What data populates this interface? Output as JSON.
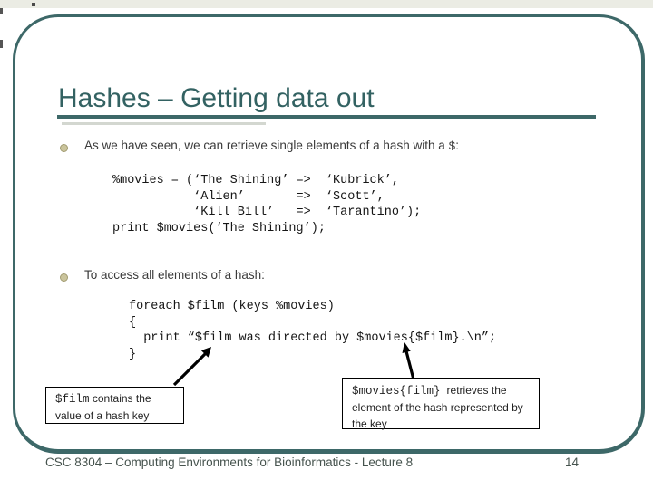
{
  "slide": {
    "title": "Hashes – Getting data out",
    "bullet1": {
      "text_before": "As we have seen, we can retrieve single elements of a hash with a ",
      "code": "$",
      "text_after": ":"
    },
    "code_block_1": "%movies = (‘The Shining’ =>  ‘Kubrick’,\n           ‘Alien’       =>  ‘Scott’,\n           ‘Kill Bill’   =>  ‘Tarantino’);\nprint $movies(‘The Shining’);",
    "bullet2": "To access all elements of a hash:",
    "code_block_2": "foreach $film (keys %movies)\n{\n  print “$film was directed by $movies{$film}.\\n”;\n}",
    "callout_left": {
      "code": "$film",
      "rest": "contains the",
      "line2": "value of a hash key"
    },
    "callout_right": {
      "code": "$movies{film}",
      "rest": "retrieves the",
      "line2": "element of the hash represented by",
      "line3": "the key"
    },
    "footer": {
      "course": "CSC 8304 – Computing Environments for Bioinformatics - Lecture 8",
      "page": "14"
    }
  },
  "colors": {
    "accent_teal": "#3d6868",
    "title_teal": "#336262",
    "bullet_khaki": "#cac49c",
    "arrow_black": "#000000"
  }
}
